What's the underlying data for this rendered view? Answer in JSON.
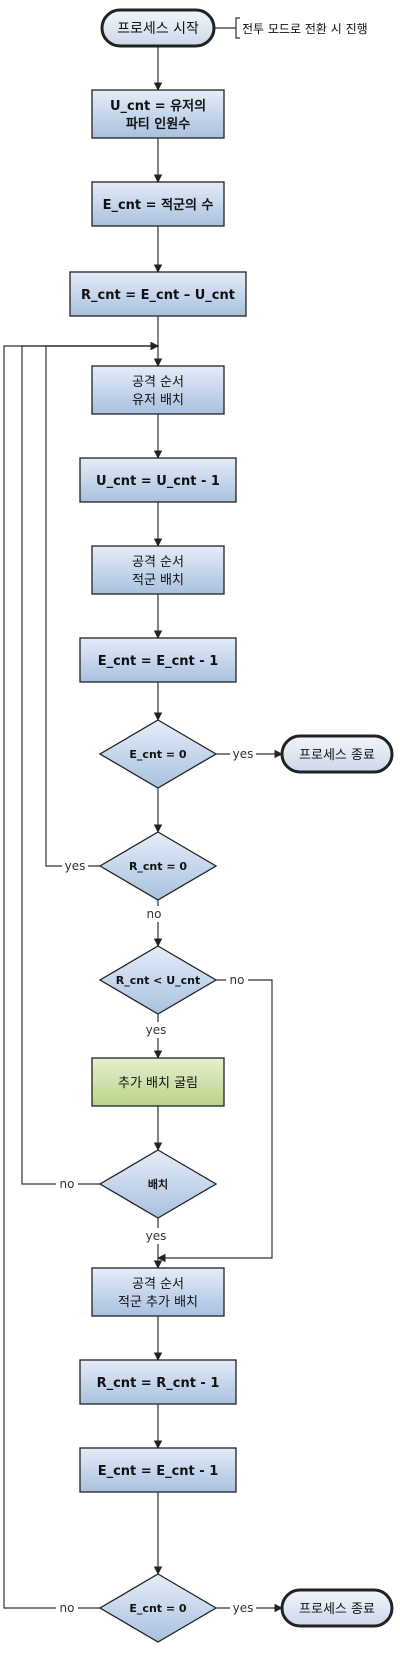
{
  "start": {
    "label": "프로세스 시작",
    "note": "전투 모드로 전환 시 진행"
  },
  "steps": {
    "u_cnt": [
      "U_cnt = 유저의",
      "파티 인원수"
    ],
    "e_cnt": "E_cnt = 적군의 수",
    "r_cnt": "R_cnt = E_cnt – U_cnt",
    "user_place": [
      "공격 순서",
      "유저 배치"
    ],
    "u_dec": "U_cnt = U_cnt - 1",
    "enemy_place": [
      "공격 순서",
      "적군 배치"
    ],
    "e_dec1": "E_cnt = E_cnt - 1",
    "extra_roll": "추가 배치 굴림",
    "enemy_extra_place": [
      "공격 순서",
      "적군 추가 배치"
    ],
    "r_dec": "R_cnt = R_cnt - 1",
    "e_dec2": "E_cnt = E_cnt - 1"
  },
  "decisions": {
    "e_zero_1": "E_cnt = 0",
    "r_zero": "R_cnt = 0",
    "r_lt_u": "R_cnt < U_cnt",
    "placed": "배치",
    "e_zero_2": "E_cnt = 0"
  },
  "ends": {
    "end_1": "프로세스 종료",
    "end_2": "프로세스 종료"
  },
  "edge_labels": {
    "yes": "yes",
    "no": "no"
  },
  "colors": {
    "process_fill_top": "#e4edf8",
    "process_fill_bottom": "#a9c1df",
    "green_fill_top": "#e6f0cf",
    "green_fill_bottom": "#b9d28a",
    "terminal_fill_top": "#f2f6fb",
    "terminal_fill_bottom": "#cbd8ea",
    "stroke": "#222222"
  }
}
